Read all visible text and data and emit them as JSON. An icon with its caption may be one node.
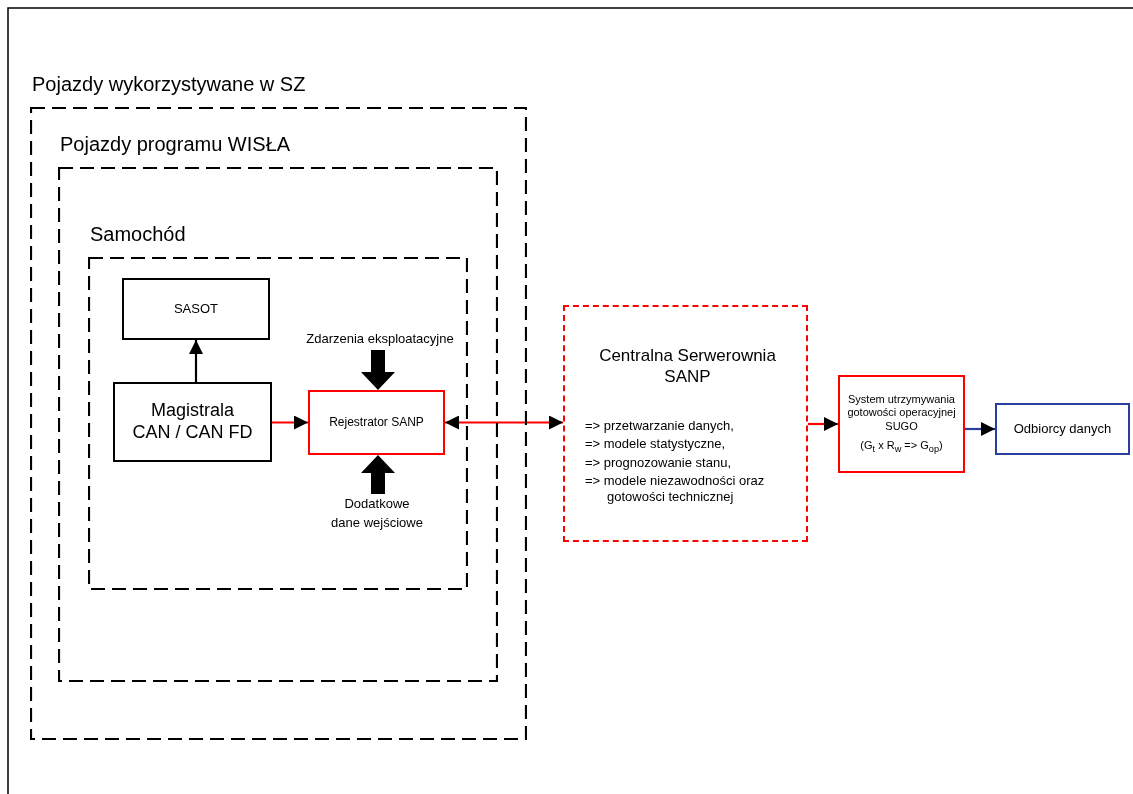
{
  "diagram": {
    "nodes": [
      {
        "text": [
          "Pojazdy wykorzystywane w SZ"
        ]
      },
      {
        "text": [
          "Pojazdy programu WISŁA"
        ],
        "in": 0
      },
      {
        "text": [
          "Samochód"
        ],
        "in": 1
      },
      {
        "text": [
          "SASOT"
        ],
        "in": 2
      },
      {
        "text": [
          "Magistrala CAN / CAN FD"
        ],
        "in": 2
      },
      {
        "text": [
          "Rejestrator SANP"
        ],
        "in": 2
      },
      {
        "text": [
          "Zdarzenia eksploatacyjne"
        ],
        "in": 2
      },
      {
        "text": [
          "Dodatkowe dane wejściowe"
        ],
        "in": 2
      },
      {
        "text": [
          "Centralna Serwerownia SANP",
          "=> przetwarzanie danych,",
          "=> modele statystyczne,",
          "=> prognozowanie stanu,",
          "=> modele niezawodności oraz gotowości technicznej"
        ]
      },
      {
        "text": [
          "System utrzymywania gotowości operacyjnej SUGO",
          "(G$_{t}$ x R$_{w}$ => G$_{op}$)"
        ]
      },
      {
        "text": [
          "Odbiorcy danych"
        ]
      }
    ],
    "edges": [
      {
        "from": 4,
        "to": 3,
        "arrow": "to",
        "color": "#000000"
      },
      {
        "from": 4,
        "to": 5,
        "arrow": "to",
        "color": "#ff0000"
      },
      {
        "from": 6,
        "to": 5,
        "arrow": "to",
        "style": "thick"
      },
      {
        "from": 7,
        "to": 5,
        "arrow": "to",
        "style": "thick"
      },
      {
        "from": 5,
        "to": 8,
        "arrow": "both",
        "color": "#ff0000"
      },
      {
        "from": 8,
        "to": 9,
        "arrow": "to",
        "color": "#ff0000"
      },
      {
        "from": 9,
        "to": 10,
        "arrow": "to",
        "color": "#2a3f9d"
      }
    ]
  }
}
